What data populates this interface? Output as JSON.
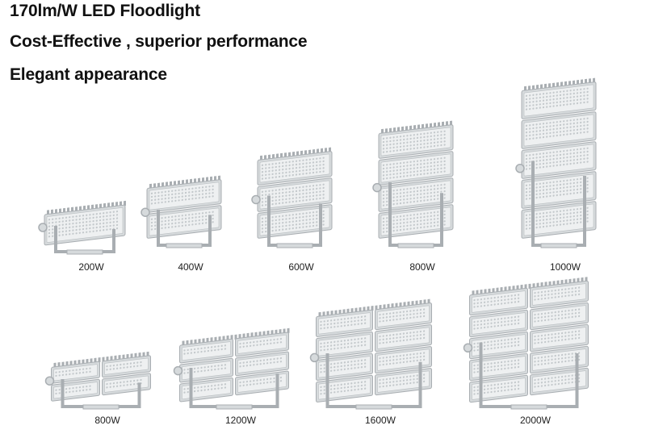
{
  "headlines": [
    "170lm/W LED Floodlight",
    "Cost-Effective , superior performance",
    "Elegant appearance"
  ],
  "colors": {
    "text": "#111111",
    "housing": "#d6dadc",
    "housing_dark": "#a9aeb2",
    "lens": "#eef0f1",
    "led": "#c3c8cb"
  },
  "products": [
    {
      "label": "200W",
      "modules": 1,
      "columns": 1
    },
    {
      "label": "400W",
      "modules": 2,
      "columns": 1
    },
    {
      "label": "600W",
      "modules": 3,
      "columns": 1
    },
    {
      "label": "800W",
      "modules": 4,
      "columns": 1
    },
    {
      "label": "1000W",
      "modules": 5,
      "columns": 1
    },
    {
      "label": "800W",
      "modules": 2,
      "columns": 2
    },
    {
      "label": "1200W",
      "modules": 3,
      "columns": 2
    },
    {
      "label": "1600W",
      "modules": 4,
      "columns": 2
    },
    {
      "label": "2000W",
      "modules": 5,
      "columns": 2
    }
  ]
}
